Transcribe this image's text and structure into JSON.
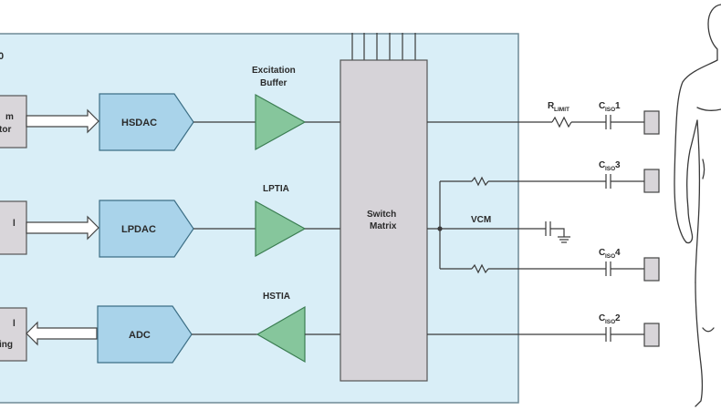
{
  "chip": {
    "edge_label_top": "0",
    "left_blocks": [
      {
        "line1": "m",
        "line2": "tor"
      },
      {
        "line1": "l",
        "line2": ""
      },
      {
        "line1": "l",
        "line2": "ing"
      }
    ]
  },
  "blocks": {
    "hsdac": "HSDAC",
    "lpdac": "LPDAC",
    "adc": "ADC",
    "switch_matrix_line1": "Switch",
    "switch_matrix_line2": "Matrix"
  },
  "amplifiers": {
    "excitation_buffer_line1": "Excitation",
    "excitation_buffer_line2": "Buffer",
    "lptia": "LPTIA",
    "hstia": "HSTIA"
  },
  "signals": {
    "vcm": "VCM",
    "r_limit_main": "R",
    "r_limit_sub": "LIMIT",
    "c_iso_main": "C",
    "c_iso_sub": "ISO",
    "c_iso_1": "1",
    "c_iso_2": "2",
    "c_iso_3": "3",
    "c_iso_4": "4"
  },
  "colors": {
    "chip_bg": "#d9eef7",
    "chip_border": "#6f8a96",
    "dac_fill": "#a9d3ea",
    "amp_fill": "#86c69c",
    "switch_fill": "#d6d3d8",
    "left_block_fill": "#d9d6da",
    "electrode_fill": "#d8d5d9",
    "wire": "#3a3a3a"
  }
}
